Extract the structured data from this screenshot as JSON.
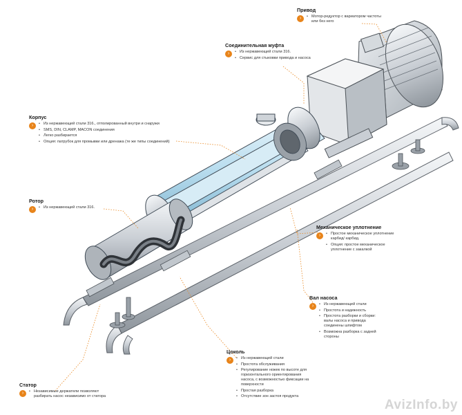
{
  "colors": {
    "accent": "#e8841a",
    "steel": "#c7ccd1",
    "housing_blue": "#bfe0ef",
    "rotor": "#4a4a4a",
    "leader": "#e8841a"
  },
  "callouts": {
    "drive": {
      "title": "Привод",
      "items": [
        "Мотор-редуктор с вариатором частоты или без него"
      ]
    },
    "coupling": {
      "title": "Соединительная муфта",
      "items": [
        "Из нержавеющей стали 316.",
        "Сервис для стыковки привода и насоса"
      ]
    },
    "housing": {
      "title": "Корпус",
      "items": [
        "Из нержавеющей стали 316., отполированный внутри и снаружи",
        "SMS, DIN, CLAMP, MACON соединения",
        "Легко разбирается",
        "Опция: патрубок для промывки или дренажа (те же типы соединений)"
      ]
    },
    "rotor": {
      "title": "Ротор",
      "items": [
        "Из нержавеющей стали 316."
      ]
    },
    "seal": {
      "title": "Механическое уплотнение",
      "items": [
        "Простое механическое уплотнение карбид/ карбид.",
        "Опция: простое механическое уплотнение с закалкой"
      ]
    },
    "shaft": {
      "title": "Вал насоса",
      "items": [
        "Из нержавеющей стали",
        "Простота и надежность",
        "Простота разборки и сборки: валы насоса и привода соединены шпифтом",
        "Возможна разборка с задней стороны"
      ]
    },
    "base": {
      "title": "Цоколь",
      "items": [
        "Из нержавеющей стали",
        "Простота обслуживания",
        "Регулирование ножек по высоте для горизонтального ориентирования насоса, с возможностью фиксации на поверхности",
        "Простая разборка",
        "Отсутствие зон застоя продукта"
      ]
    },
    "stator": {
      "title": "Статор",
      "items": [
        "Независимые держатели позволяют разбирать насос независимо от статора"
      ]
    }
  },
  "watermark": "AvizInfo.by"
}
